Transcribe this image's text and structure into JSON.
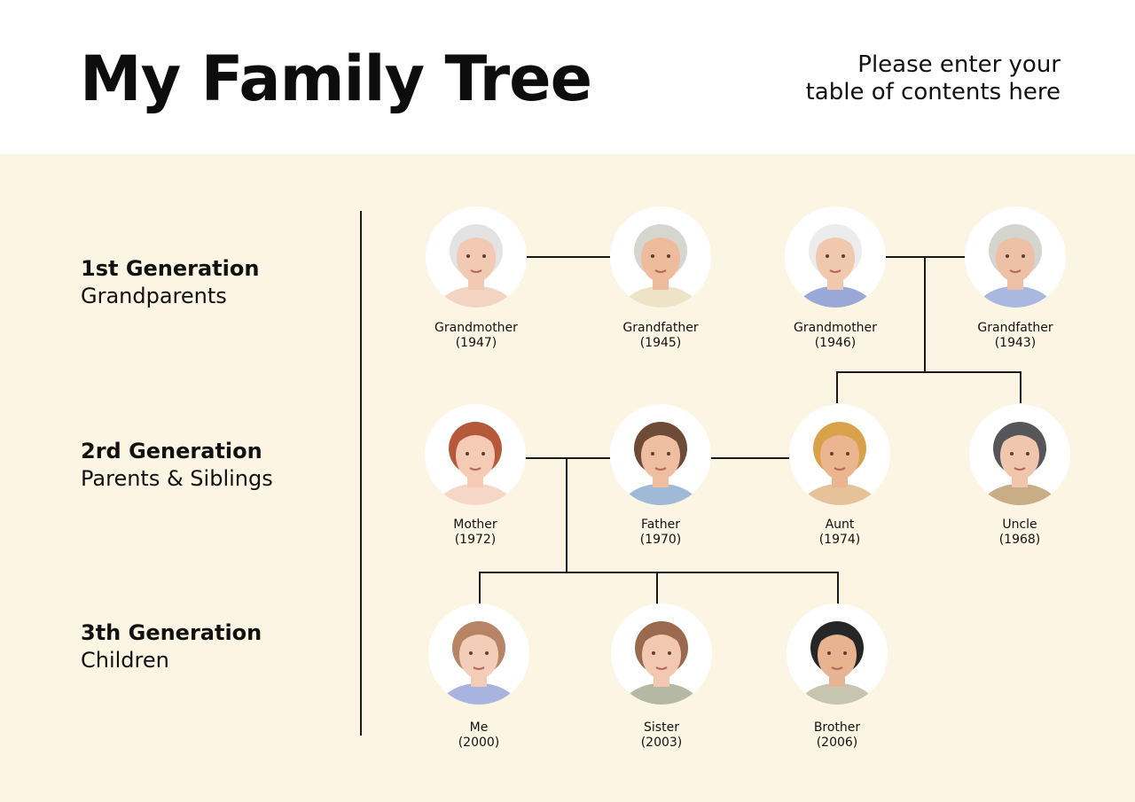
{
  "header": {
    "title": "My Family Tree",
    "subtitle_line1": "Please enter your",
    "subtitle_line2": "table of contents here"
  },
  "generations": [
    {
      "title": "1st Generation",
      "subtitle": "Grandparents"
    },
    {
      "title": "2rd Generation",
      "subtitle": "Parents & Siblings"
    },
    {
      "title": "3th Generation",
      "subtitle": "Children"
    }
  ],
  "people": [
    {
      "role": "Grandmother",
      "year": "(1947)",
      "hair": "#e3e3e3",
      "skin": "#f2c9b3",
      "shirt": "#f3d3c2"
    },
    {
      "role": "Grandfather",
      "year": "(1945)",
      "hair": "#d6d6d0",
      "skin": "#eebb9b",
      "shirt": "#efe3c7"
    },
    {
      "role": "Grandmother",
      "year": "(1946)",
      "hair": "#ececec",
      "skin": "#efc8ae",
      "shirt": "#9aa8d8"
    },
    {
      "role": "Grandfather",
      "year": "(1943)",
      "hair": "#d5d5d0",
      "skin": "#eec0a6",
      "shirt": "#a9b8de"
    },
    {
      "role": "Mother",
      "year": "(1972)",
      "hair": "#b6583a",
      "skin": "#f5cbb6",
      "shirt": "#f6d6c7"
    },
    {
      "role": "Father",
      "year": "(1970)",
      "hair": "#6d4b36",
      "skin": "#efbd9f",
      "shirt": "#9fb9d6"
    },
    {
      "role": "Aunt",
      "year": "(1974)",
      "hair": "#d9a24a",
      "skin": "#eab58f",
      "shirt": "#e6c29a"
    },
    {
      "role": "Uncle",
      "year": "(1968)",
      "hair": "#55555a",
      "skin": "#f0c6ad",
      "shirt": "#c9ad86"
    },
    {
      "role": "Me",
      "year": "(2000)",
      "hair": "#b78566",
      "skin": "#f4cdb8",
      "shirt": "#a8b3df"
    },
    {
      "role": "Sister",
      "year": "(2003)",
      "hair": "#9b6a4e",
      "skin": "#f2c8b1",
      "shirt": "#b5b8a4"
    },
    {
      "role": "Brother",
      "year": "(2006)",
      "hair": "#262626",
      "skin": "#e7b390",
      "shirt": "#c7c4b0"
    }
  ],
  "colors": {
    "panel_bg": "#fdf5e3",
    "header_bg": "#ffffff",
    "line": "#1a1a1a"
  },
  "icons": [
    "person-avatar-icon"
  ]
}
